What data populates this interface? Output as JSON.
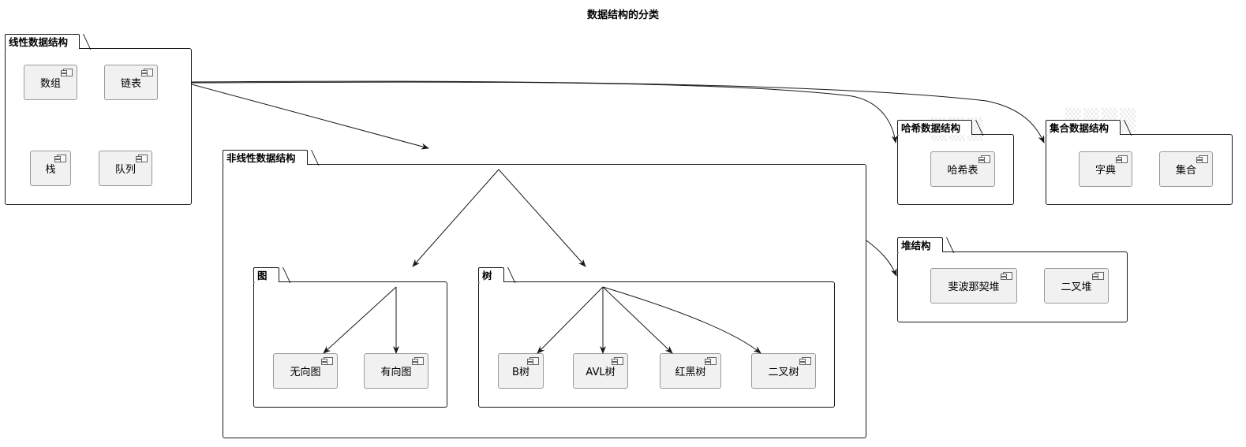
{
  "title": "数据结构的分类",
  "packages": {
    "linear": {
      "label": "线性数据结构",
      "items": [
        "数组",
        "链表",
        "栈",
        "队列"
      ]
    },
    "nonlinear": {
      "label": "非线性数据结构"
    },
    "graph": {
      "label": "图",
      "items": [
        "无向图",
        "有向图"
      ]
    },
    "tree": {
      "label": "树",
      "items": [
        "B树",
        "AVL树",
        "红黑树",
        "二叉树"
      ]
    },
    "hash": {
      "label": "哈希数据结构",
      "items": [
        "哈希表"
      ]
    },
    "set": {
      "label": "集合数据结构",
      "items": [
        "字典",
        "集合"
      ]
    },
    "heap": {
      "label": "堆结构",
      "items": [
        "斐波那契堆",
        "二叉堆"
      ]
    }
  },
  "colors": {
    "stroke": "#181818",
    "component_fill": "#f1f1f1",
    "component_border": "#9a9a9a"
  },
  "icons": {
    "component": "component-icon"
  }
}
